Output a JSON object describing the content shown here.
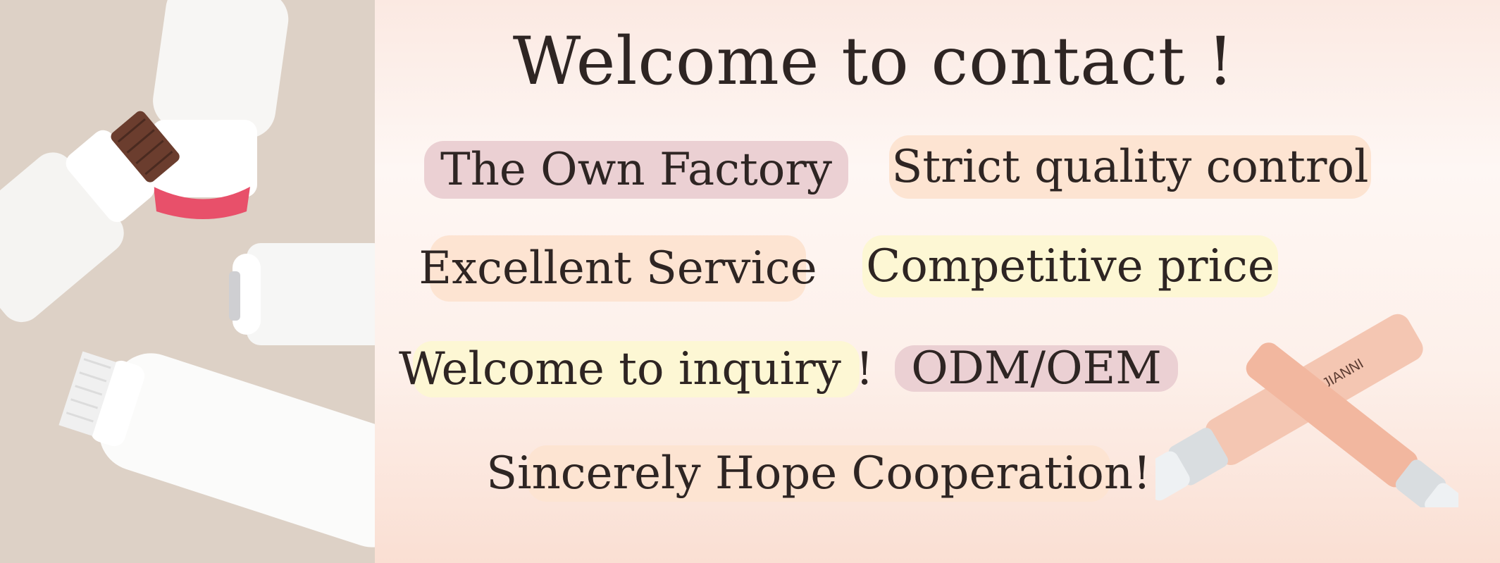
{
  "banner": {
    "headline": "Welcome to contact !",
    "pills": {
      "own_factory": "The Own Factory",
      "quality": "Strict quality control",
      "service": "Excellent Service",
      "price": "Competitive price",
      "inquiry": "Welcome to inquiry !",
      "odm": "ODM/OEM",
      "cooperation": "Sincerely Hope Cooperation!"
    },
    "product_brand": "JIANNI"
  },
  "colors": {
    "pill_pink": "#ebd0d3",
    "pill_peach": "#fde4d2",
    "pill_yellow": "#fdf7d4",
    "text": "#2e2523",
    "product_tube": "#f4c6b2"
  }
}
